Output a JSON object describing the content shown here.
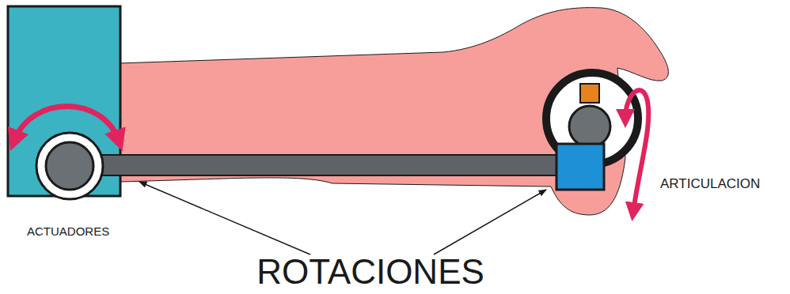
{
  "diagram": {
    "labels": [
      "ACTUADORES",
      "ROTACIONES",
      "ARTICULACION"
    ]
  }
}
